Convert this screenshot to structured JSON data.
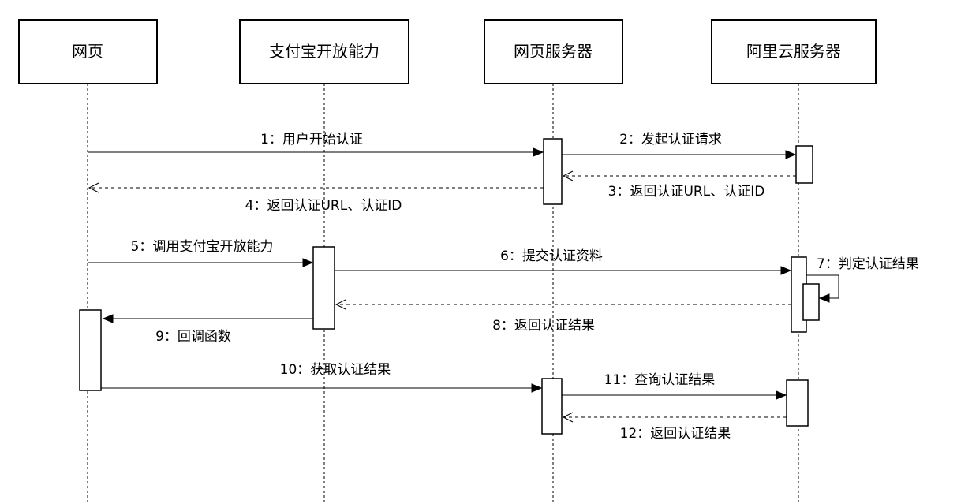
{
  "actors": [
    {
      "id": "webpage",
      "label": "网页"
    },
    {
      "id": "alipay",
      "label": "支付宝开放能力"
    },
    {
      "id": "webserver",
      "label": "网页服务器"
    },
    {
      "id": "aliyun",
      "label": "阿里云服务器"
    }
  ],
  "messages": [
    {
      "num": "1",
      "label": "1：用户开始认证",
      "from": "webpage",
      "to": "webserver",
      "kind": "sync"
    },
    {
      "num": "2",
      "label": "2：发起认证请求",
      "from": "webserver",
      "to": "aliyun",
      "kind": "sync"
    },
    {
      "num": "3",
      "label": "3：返回认证URL、认证ID",
      "from": "aliyun",
      "to": "webserver",
      "kind": "return"
    },
    {
      "num": "4",
      "label": "4：返回认证URL、认证ID",
      "from": "webserver",
      "to": "webpage",
      "kind": "return"
    },
    {
      "num": "5",
      "label": "5：调用支付宝开放能力",
      "from": "webpage",
      "to": "alipay",
      "kind": "sync"
    },
    {
      "num": "6",
      "label": "6：提交认证资料",
      "from": "alipay",
      "to": "aliyun",
      "kind": "sync"
    },
    {
      "num": "7",
      "label": "7：判定认证结果",
      "from": "aliyun",
      "to": "aliyun",
      "kind": "self"
    },
    {
      "num": "8",
      "label": "8：返回认证结果",
      "from": "aliyun",
      "to": "alipay",
      "kind": "return"
    },
    {
      "num": "9",
      "label": "9：回调函数",
      "from": "alipay",
      "to": "webpage",
      "kind": "sync"
    },
    {
      "num": "10",
      "label": "10：获取认证结果",
      "from": "webpage",
      "to": "webserver",
      "kind": "sync"
    },
    {
      "num": "11",
      "label": "11：查询认证结果",
      "from": "webserver",
      "to": "aliyun",
      "kind": "sync"
    },
    {
      "num": "12",
      "label": "12：返回认证结果",
      "from": "aliyun",
      "to": "webserver",
      "kind": "return"
    }
  ]
}
